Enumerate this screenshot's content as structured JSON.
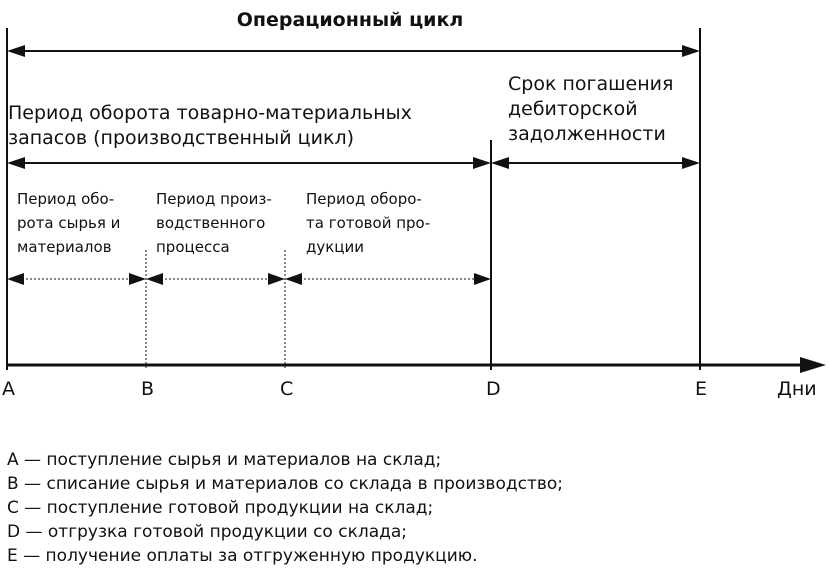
{
  "title": "Операционный цикл",
  "periods": {
    "inventory": "Период оборота товарно-материальных\nзапасов (производственный цикл)",
    "receivables": "Срок погашения\nдебиторской\nзадолженности",
    "raw": "Период обо-\nрота сырья и\nматериалов",
    "production": "Период произ-\nводственного\nпроцесса",
    "finished": "Период оборо-\nта готовой про-\nдукции"
  },
  "axis": {
    "points": [
      "A",
      "B",
      "C",
      "D",
      "E"
    ],
    "unit": "Дни"
  },
  "legend": [
    "A — поступление сырья и материалов на склад;",
    "B — списание сырья и материалов со склада в производство;",
    "C — поступление готовой продукции на склад;",
    "D — отгрузка готовой продукции со склада;",
    "E — получение оплаты за отгруженную продукцию."
  ]
}
